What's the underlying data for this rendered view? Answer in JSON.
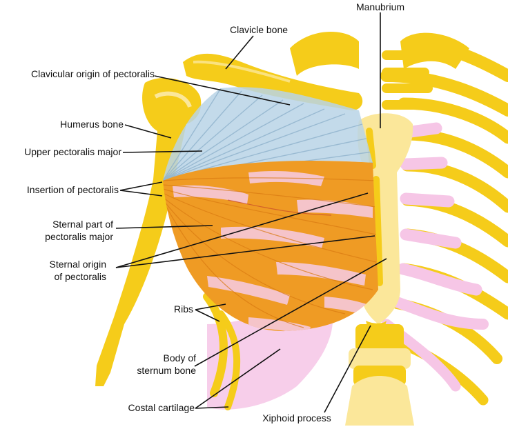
{
  "labels": {
    "manubrium": "Manubrium",
    "clavicle_bone": "Clavicle bone",
    "clavicular_origin": "Clavicular origin of pectoralis",
    "humerus_bone": "Humerus bone",
    "upper_pectoralis": "Upper pectoralis major",
    "insertion": "Insertion of pectoralis",
    "sternal_part_1": "Sternal part of",
    "sternal_part_2": "pectoralis major",
    "sternal_origin_1": "Sternal origin",
    "sternal_origin_2": "of pectoralis",
    "ribs": "Ribs",
    "body_sternum_1": "Body of",
    "body_sternum_2": "sternum bone",
    "costal_cartilage": "Costal cartilage",
    "xiphoid": "Xiphoid process"
  },
  "colors": {
    "bone": "#f5cc1a",
    "bone_light": "#fbe79a",
    "bone_dark": "#d9a80c",
    "cartilage": "#f6c6e6",
    "cartilage_light": "#fbe2f2",
    "muscle_orange": "#ef9b24",
    "muscle_pink": "#f6c9dc",
    "muscle_blue": "#b9d3e6",
    "leader_line": "#111111"
  }
}
